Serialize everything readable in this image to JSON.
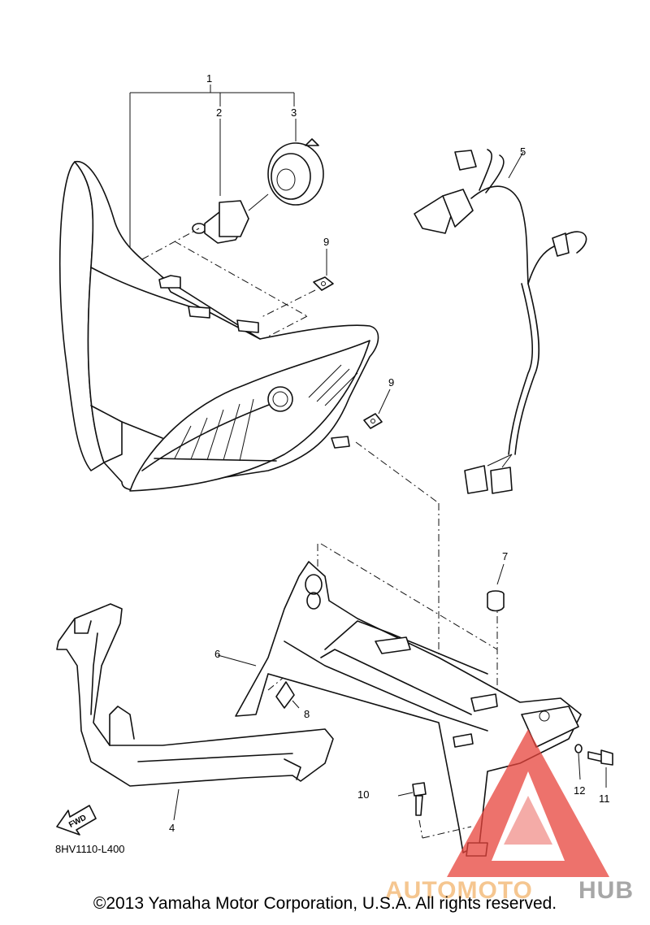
{
  "diagram": {
    "callouts": {
      "c1": "1",
      "c2": "2",
      "c3": "3",
      "c4": "4",
      "c5": "5",
      "c6": "6",
      "c7": "7",
      "c8": "8",
      "c9a": "9",
      "c9b": "9",
      "c10": "10",
      "c11": "11",
      "c12": "12"
    },
    "forward_arrow_label": "FWD",
    "drawing_code": "8HV1110-L400"
  },
  "watermark": {
    "brand_part1": "AUTOMOTO",
    "brand_part2": "HUB",
    "colors": {
      "triangle": "#e8443c",
      "part1": "#f2b36b",
      "part2": "#8a8a8a"
    }
  },
  "footer": {
    "copyright": "©2013 Yamaha Motor Corporation, U.S.A. All rights reserved."
  }
}
